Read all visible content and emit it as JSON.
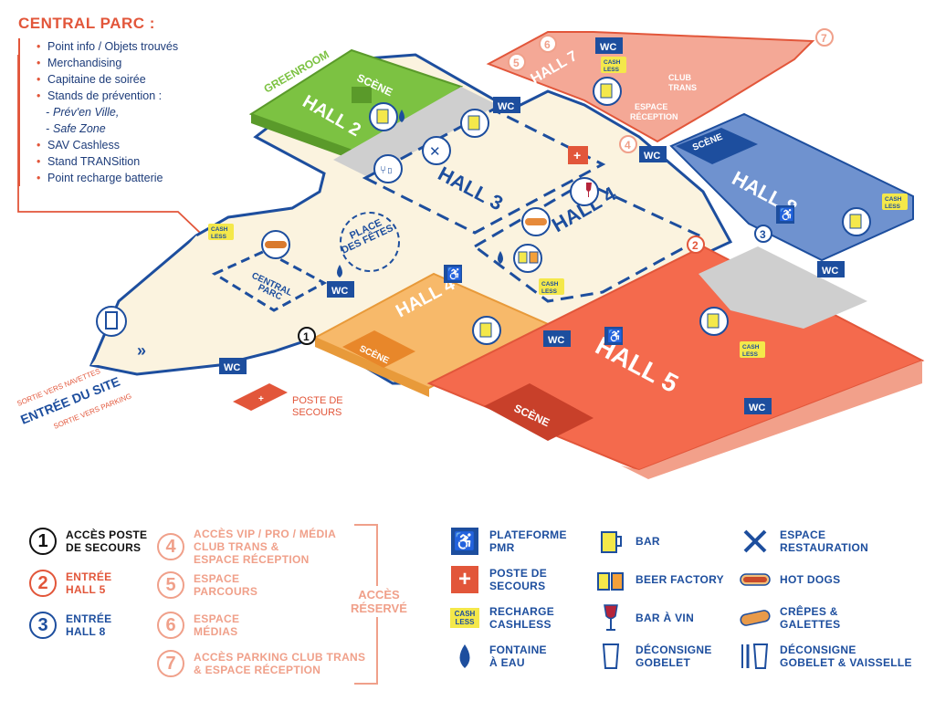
{
  "central_parc": {
    "title": "CENTRAL PARC :",
    "items": [
      {
        "text": "Point info / Objets trouvés",
        "sub": false
      },
      {
        "text": "Merchandising",
        "sub": false
      },
      {
        "text": "Capitaine de soirée",
        "sub": false
      },
      {
        "text": "Stands de prévention :",
        "sub": false
      },
      {
        "text": "Prév'en Ville,",
        "sub": true
      },
      {
        "text": "Safe Zone",
        "sub": true
      },
      {
        "text": "SAV Cashless",
        "sub": false
      },
      {
        "text": "Stand TRANSition",
        "sub": false
      },
      {
        "text": "Point recharge batterie",
        "sub": false
      }
    ]
  },
  "map": {
    "greenroom": "GREENROOM",
    "scene": "SCÈNE",
    "hall2": "HALL 2",
    "hall3": "HALL 3",
    "hall4_top": "HALL 4",
    "hall4_bottom": "HALL 4",
    "hall5": "HALL 5",
    "hall7": "HALL 7",
    "hall8": "HALL 8",
    "place_des_fetes": [
      "PLACE",
      "DES FÊTES"
    ],
    "central_parc_label": [
      "CENTRAL",
      "PARC"
    ],
    "club_trans": [
      "CLUB",
      "TRANS"
    ],
    "espace_reception": [
      "ESPACE",
      "RÉCEPTION"
    ],
    "poste_de_secours": [
      "POSTE DE",
      "SECOURS"
    ],
    "entree_du_site": "ENTRÉE DU SITE",
    "sortie_navettes": "SORTIE VERS NAVETTES",
    "sortie_parking": "SORTIE VERS PARKING",
    "wc": "WC",
    "cashless": [
      "CASH",
      "LESS"
    ],
    "markers": [
      "1",
      "2",
      "3",
      "4",
      "5",
      "6",
      "7"
    ]
  },
  "legend": {
    "numbers": [
      {
        "num": "1",
        "text": [
          "ACCÈS POSTE",
          "DE SECOURS"
        ],
        "color": "#111111"
      },
      {
        "num": "2",
        "text": [
          "ENTRÉE",
          "HALL 5"
        ],
        "color": "#e2563a"
      },
      {
        "num": "3",
        "text": [
          "ENTRÉE",
          "HALL 8"
        ],
        "color": "#1d4e9e"
      },
      {
        "num": "4",
        "text": [
          "ACCÈS VIP / PRO / MÉDIA",
          "CLUB TRANS &",
          "ESPACE RÉCEPTION"
        ],
        "color": "#f0a08a"
      },
      {
        "num": "5",
        "text": [
          "ESPACE",
          "PARCOURS"
        ],
        "color": "#f0a08a"
      },
      {
        "num": "6",
        "text": [
          "ESPACE",
          "MÉDIAS"
        ],
        "color": "#f0a08a"
      },
      {
        "num": "7",
        "text": [
          "ACCÈS PARKING CLUB TRANS",
          "& ESPACE RÉCEPTION"
        ],
        "color": "#f0a08a"
      }
    ],
    "acces_reserve": [
      "ACCÈS",
      "RÉSERVÉ"
    ],
    "services": [
      {
        "icon": "wheelchair-icon",
        "text": [
          "PLATEFORME",
          "PMR"
        ]
      },
      {
        "icon": "first-aid-icon",
        "text": [
          "POSTE DE",
          "SECOURS"
        ]
      },
      {
        "icon": "cashless-icon",
        "text": [
          "RECHARGE",
          "CASHLESS"
        ]
      },
      {
        "icon": "water-drop-icon",
        "text": [
          "FONTAINE",
          "À EAU"
        ]
      },
      {
        "icon": "beer-icon",
        "text": [
          "BAR"
        ]
      },
      {
        "icon": "beer-factory-icon",
        "text": [
          "BEER FACTORY"
        ]
      },
      {
        "icon": "wine-glass-icon",
        "text": [
          "BAR À VIN"
        ]
      },
      {
        "icon": "cup-icon",
        "text": [
          "DÉCONSIGNE",
          "GOBELET"
        ]
      },
      {
        "icon": "fork-knife-icon",
        "text": [
          "ESPACE",
          "RESTAURATION"
        ]
      },
      {
        "icon": "hot-dog-icon",
        "text": [
          "HOT DOGS"
        ]
      },
      {
        "icon": "crepe-icon",
        "text": [
          "CRÊPES &",
          "GALETTES"
        ]
      },
      {
        "icon": "cup-cutlery-icon",
        "text": [
          "DÉCONSIGNE",
          "GOBELET & VAISSELLE"
        ]
      }
    ]
  },
  "colors": {
    "blue": "#1d4e9e",
    "red": "#e2563a",
    "salmon": "#f0a08a",
    "green": "#7cc242",
    "orange": "#f7b96a",
    "cream": "#fbf3df",
    "grey": "#bdbdbd"
  }
}
